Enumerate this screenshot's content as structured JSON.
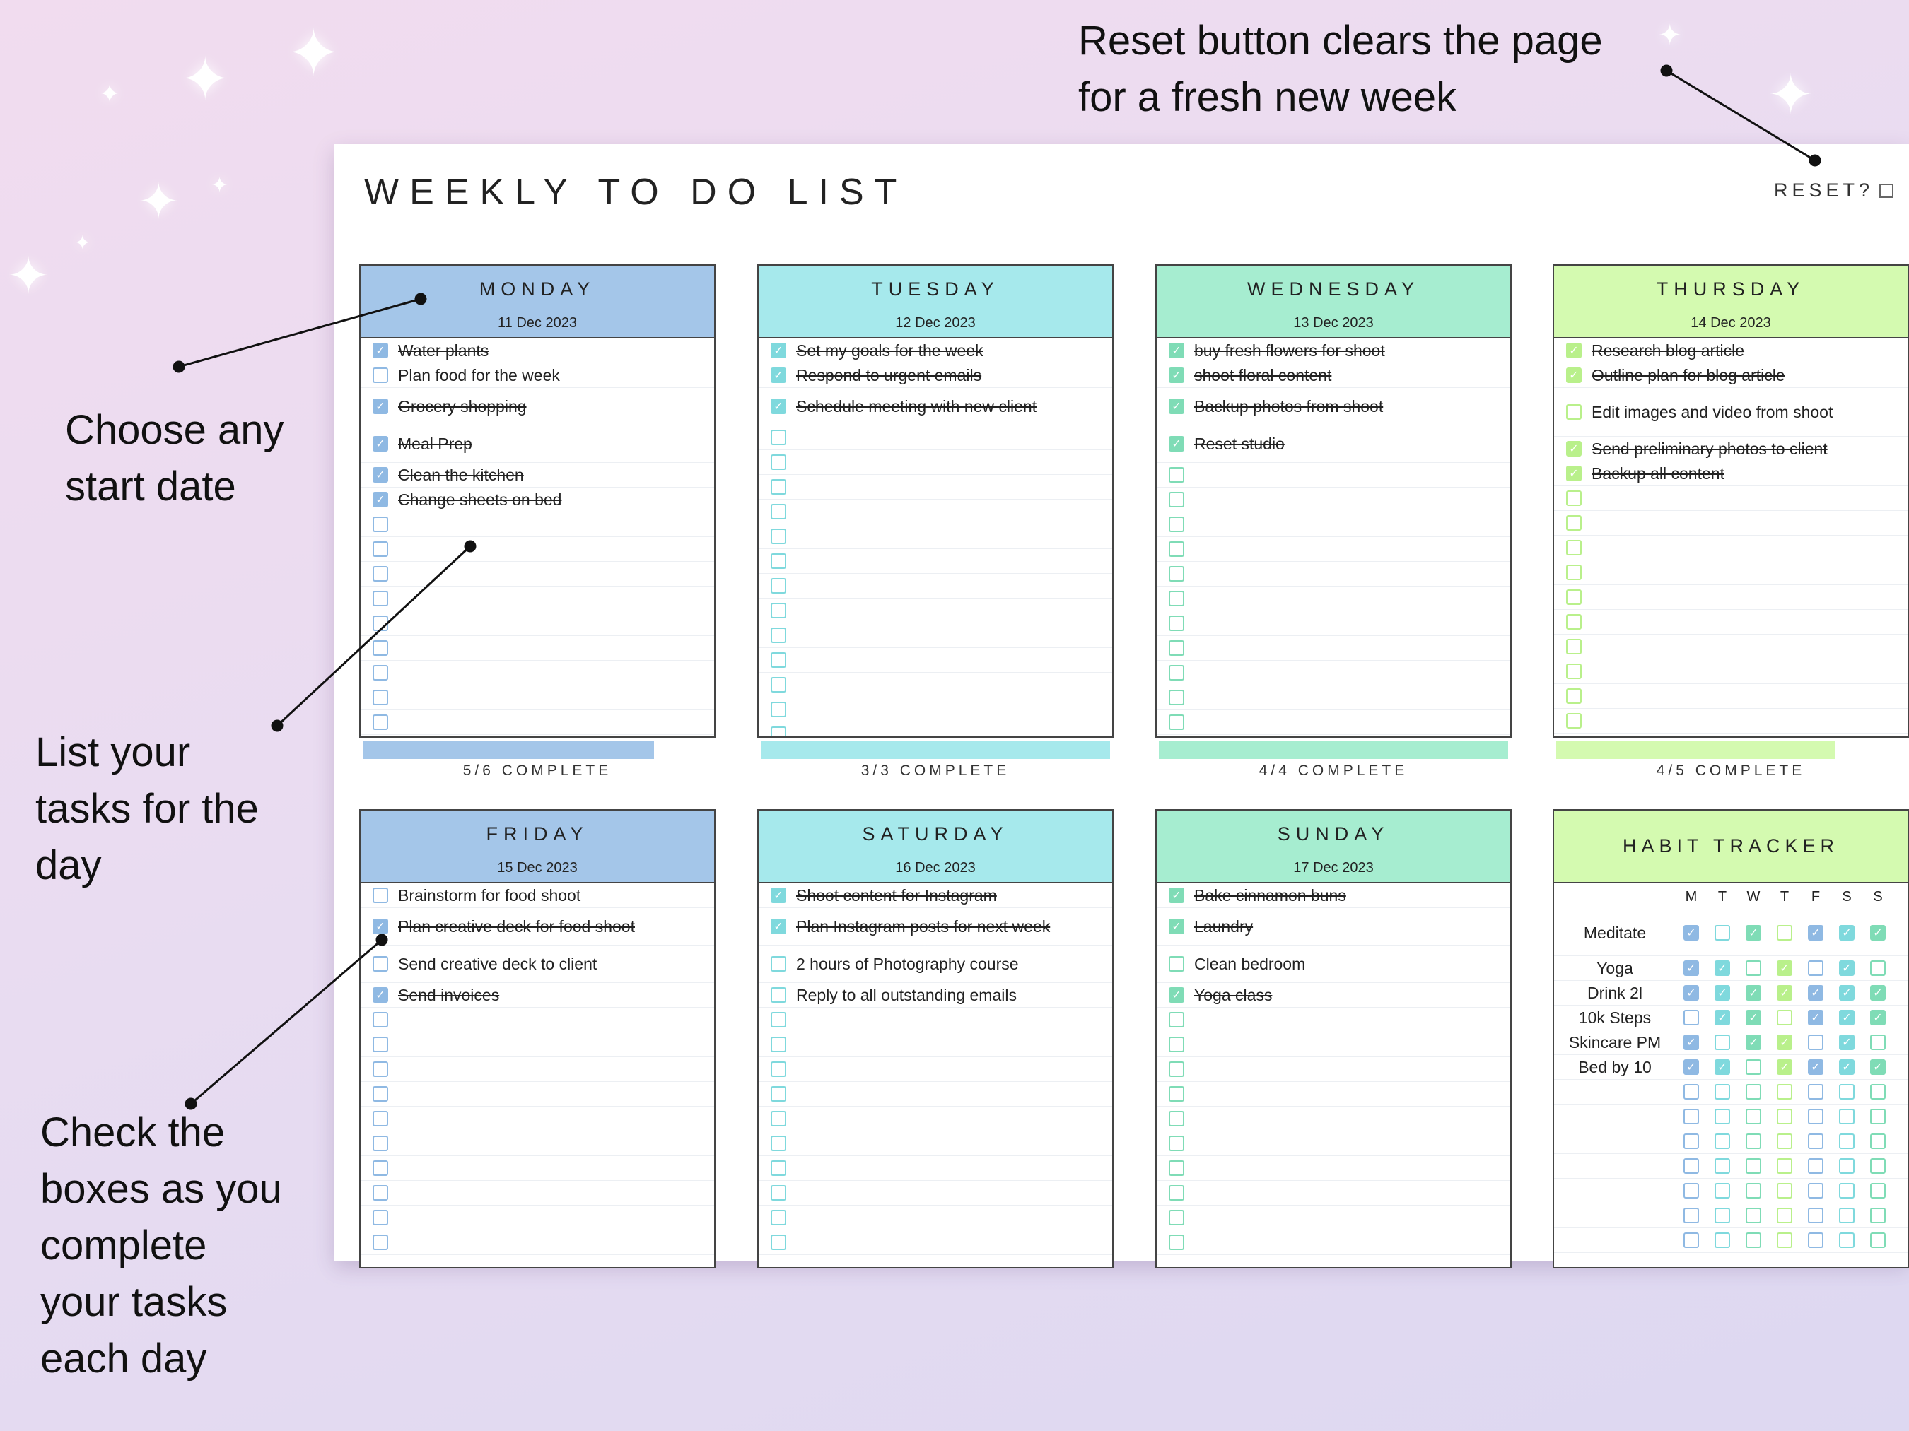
{
  "annotations": {
    "reset": "Reset button clears the page\nfor a fresh new week",
    "start_date": "Choose any\nstart date",
    "tasks": "List your\ntasks for the\nday",
    "check": "Check the\nboxes as you\ncomplete\nyour tasks\neach day"
  },
  "sheet": {
    "title": "WEEKLY TO DO LIST",
    "reset_label": "RESET?",
    "reset_checked": false
  },
  "colors": {
    "blue": "#a4c6e9",
    "cyan": "#a6e9ec",
    "mint": "#a6edd0",
    "lime": "#d4fab0",
    "blue_box": "#8fb9e3",
    "cyan_box": "#7fd9dd",
    "mint_box": "#7fdcb6",
    "lime_box": "#b9f08b",
    "blue_bar": "#a4c6e9",
    "cyan_bar": "#a6e9ec",
    "mint_bar": "#a6edd0",
    "lime_bar": "#d4fab0"
  },
  "days": [
    {
      "name": "MONDAY",
      "date": "11 Dec 2023",
      "theme": "blue",
      "complete_label": "5/6 COMPLETE",
      "progress": 0.833,
      "tasks": [
        {
          "text": "Water plants",
          "done": true
        },
        {
          "text": "Plan food for the week",
          "done": false
        },
        {
          "text": "Grocery shopping",
          "done": true,
          "tall": true
        },
        {
          "text": "Meal Prep",
          "done": true,
          "tall": true
        },
        {
          "text": "Clean the kitchen",
          "done": true
        },
        {
          "text": "Change sheets on bed",
          "done": true
        }
      ],
      "total_rows": 16
    },
    {
      "name": "TUESDAY",
      "date": "12 Dec 2023",
      "theme": "cyan",
      "complete_label": "3/3 COMPLETE",
      "progress": 1.0,
      "tasks": [
        {
          "text": "Set my goals for the week",
          "done": true
        },
        {
          "text": "Respond to urgent emails",
          "done": true
        },
        {
          "text": "Schedule meeting with new client",
          "done": true,
          "tall": true
        }
      ],
      "total_rows": 16
    },
    {
      "name": "WEDNESDAY",
      "date": "13 Dec 2023",
      "theme": "mint",
      "complete_label": "4/4 COMPLETE",
      "progress": 1.0,
      "tasks": [
        {
          "text": "buy fresh flowers for shoot",
          "done": true
        },
        {
          "text": "shoot floral content",
          "done": true
        },
        {
          "text": "Backup photos from shoot",
          "done": true,
          "tall": true
        },
        {
          "text": "Reset studio",
          "done": true,
          "tall": true
        }
      ],
      "total_rows": 16
    },
    {
      "name": "THURSDAY",
      "date": "14 Dec 2023",
      "theme": "lime",
      "complete_label": "4/5 COMPLETE",
      "progress": 0.8,
      "tasks": [
        {
          "text": "Research blog article",
          "done": true
        },
        {
          "text": "Outline plan for blog article",
          "done": true
        },
        {
          "text": "Edit images and video from shoot",
          "done": false,
          "xtall": true
        },
        {
          "text": "Send preliminary photos to client",
          "done": true
        },
        {
          "text": "Backup all content",
          "done": true
        }
      ],
      "total_rows": 15
    },
    {
      "name": "FRIDAY",
      "date": "15 Dec 2023",
      "theme": "blue",
      "complete_label": "",
      "progress": null,
      "tasks": [
        {
          "text": "Brainstorm for food shoot",
          "done": false
        },
        {
          "text": "Plan creative deck for food shoot",
          "done": true,
          "tall": true
        },
        {
          "text": "Send creative deck to client",
          "done": false,
          "tall": true
        },
        {
          "text": "Send invoices",
          "done": true
        }
      ],
      "total_rows": 14
    },
    {
      "name": "SATURDAY",
      "date": "16 Dec 2023",
      "theme": "cyan",
      "complete_label": "",
      "progress": null,
      "tasks": [
        {
          "text": "Shoot content for Instagram",
          "done": true
        },
        {
          "text": "Plan Instagram posts for next week",
          "done": true,
          "tall": true
        },
        {
          "text": "2 hours of Photography course",
          "done": false,
          "tall": true
        },
        {
          "text": "Reply to all outstanding emails",
          "done": false
        }
      ],
      "total_rows": 14
    },
    {
      "name": "SUNDAY",
      "date": "17 Dec 2023",
      "theme": "mint",
      "complete_label": "",
      "progress": null,
      "tasks": [
        {
          "text": "Bake cinnamon buns",
          "done": true
        },
        {
          "text": "Laundry",
          "done": true,
          "tall": true
        },
        {
          "text": "Clean bedroom",
          "done": false,
          "tall": true
        },
        {
          "text": "Yoga class",
          "done": true
        }
      ],
      "total_rows": 14
    }
  ],
  "habits": {
    "title": "HABIT TRACKER",
    "columns": [
      "M",
      "T",
      "W",
      "T",
      "F",
      "S",
      "S"
    ],
    "col_themes": [
      "blue",
      "cyan",
      "mint",
      "lime",
      "blue",
      "cyan",
      "mint"
    ],
    "rows": [
      {
        "name": "Meditate",
        "checks": [
          true,
          false,
          true,
          false,
          true,
          true,
          true
        ],
        "tall": true
      },
      {
        "name": "Yoga",
        "checks": [
          true,
          true,
          false,
          true,
          false,
          true,
          false
        ]
      },
      {
        "name": "Drink 2l",
        "checks": [
          true,
          true,
          true,
          true,
          true,
          true,
          true
        ]
      },
      {
        "name": "10k Steps",
        "checks": [
          false,
          true,
          true,
          false,
          true,
          true,
          true
        ]
      },
      {
        "name": "Skincare PM",
        "checks": [
          true,
          false,
          true,
          true,
          false,
          true,
          false
        ]
      },
      {
        "name": "Bed by 10",
        "checks": [
          true,
          true,
          false,
          true,
          true,
          true,
          true
        ]
      }
    ],
    "empty_rows": 7
  }
}
